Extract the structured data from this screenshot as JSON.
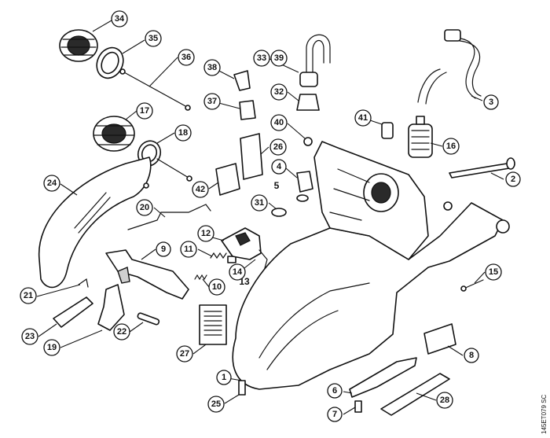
{
  "diagram": {
    "reference_code": "145ET079 SC",
    "callouts": [
      {
        "id": "c1",
        "label": "1",
        "circled": true
      },
      {
        "id": "c2",
        "label": "2",
        "circled": true
      },
      {
        "id": "c3",
        "label": "3",
        "circled": true
      },
      {
        "id": "c4",
        "label": "4",
        "circled": true
      },
      {
        "id": "c5",
        "label": "5",
        "circled": false
      },
      {
        "id": "c6",
        "label": "6",
        "circled": true
      },
      {
        "id": "c7",
        "label": "7",
        "circled": true
      },
      {
        "id": "c8",
        "label": "8",
        "circled": true
      },
      {
        "id": "c9",
        "label": "9",
        "circled": true
      },
      {
        "id": "c10",
        "label": "10",
        "circled": true
      },
      {
        "id": "c11",
        "label": "11",
        "circled": true
      },
      {
        "id": "c12",
        "label": "12",
        "circled": true
      },
      {
        "id": "c13",
        "label": "13",
        "circled": false
      },
      {
        "id": "c14",
        "label": "14",
        "circled": true
      },
      {
        "id": "c15",
        "label": "15",
        "circled": true
      },
      {
        "id": "c16",
        "label": "16",
        "circled": true
      },
      {
        "id": "c17",
        "label": "17",
        "circled": true
      },
      {
        "id": "c18",
        "label": "18",
        "circled": true
      },
      {
        "id": "c19",
        "label": "19",
        "circled": true
      },
      {
        "id": "c20",
        "label": "20",
        "circled": true
      },
      {
        "id": "c21",
        "label": "21",
        "circled": true
      },
      {
        "id": "c22",
        "label": "22",
        "circled": true
      },
      {
        "id": "c23",
        "label": "23",
        "circled": true
      },
      {
        "id": "c24",
        "label": "24",
        "circled": true
      },
      {
        "id": "c25",
        "label": "25",
        "circled": true
      },
      {
        "id": "c26",
        "label": "26",
        "circled": true
      },
      {
        "id": "c27",
        "label": "27",
        "circled": true
      },
      {
        "id": "c28",
        "label": "28",
        "circled": true
      },
      {
        "id": "c31",
        "label": "31",
        "circled": true
      },
      {
        "id": "c32",
        "label": "32",
        "circled": true
      },
      {
        "id": "c33",
        "label": "33",
        "circled": true
      },
      {
        "id": "c34",
        "label": "34",
        "circled": true
      },
      {
        "id": "c35",
        "label": "35",
        "circled": true
      },
      {
        "id": "c36",
        "label": "36",
        "circled": true
      },
      {
        "id": "c37",
        "label": "37",
        "circled": true
      },
      {
        "id": "c38",
        "label": "38",
        "circled": true
      },
      {
        "id": "c39",
        "label": "39",
        "circled": true
      },
      {
        "id": "c40",
        "label": "40",
        "circled": true
      },
      {
        "id": "c41",
        "label": "41",
        "circled": true
      },
      {
        "id": "c42",
        "label": "42",
        "circled": true
      }
    ]
  }
}
